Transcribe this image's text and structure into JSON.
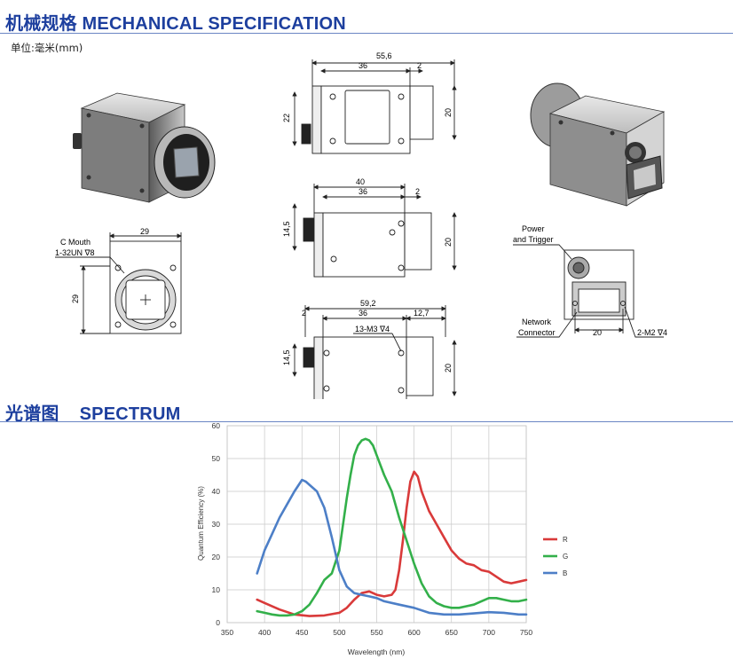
{
  "mechanical": {
    "title": "机械规格 MECHANICAL SPECIFICATION",
    "unit_label": "单位:毫米(mm)",
    "front_view": {
      "width": "29",
      "height": "29",
      "mount_label_1": "C Mouth",
      "mount_label_2": "1-32UN ∇8"
    },
    "top_view": {
      "total": "55,6",
      "body": "36",
      "offset": "2",
      "height_left": "22",
      "height_right": "20"
    },
    "side_view": {
      "total": "40",
      "body": "36",
      "offset": "2",
      "height_left": "14,5",
      "height_right": "20"
    },
    "bottom_view": {
      "total": "59,2",
      "offset_left": "2",
      "body": "36",
      "right": "12,7",
      "thread": "13-M3 ∇4",
      "height_left": "14,5",
      "height_right": "20"
    },
    "rear_view": {
      "power_1": "Power",
      "power_2": "and Trigger",
      "network_1": "Network",
      "network_2": "Connector",
      "width": "20",
      "screw": "2-M2 ∇4"
    }
  },
  "spectrum": {
    "title": "光谱图    SPECTRUM"
  },
  "chart_data": {
    "type": "line",
    "xlabel": "Wavelength (nm)",
    "ylabel": "Quantum Efficiency (%)",
    "xlim": [
      350,
      750
    ],
    "ylim": [
      0,
      60
    ],
    "xticks": [
      350,
      400,
      450,
      500,
      550,
      600,
      650,
      700,
      750
    ],
    "yticks": [
      0,
      10,
      20,
      30,
      40,
      50,
      60
    ],
    "grid": true,
    "legend_position": "right",
    "series": [
      {
        "name": "R",
        "color": "#d93a3a",
        "x": [
          390,
          400,
          420,
          440,
          460,
          480,
          500,
          510,
          520,
          530,
          540,
          550,
          560,
          570,
          575,
          580,
          585,
          590,
          595,
          600,
          605,
          610,
          620,
          630,
          640,
          650,
          660,
          670,
          680,
          690,
          700,
          710,
          720,
          730,
          740,
          750
        ],
        "y": [
          7,
          6,
          4,
          2.5,
          2,
          2.2,
          3,
          4.5,
          7,
          9,
          9.5,
          8.5,
          8,
          8.5,
          10,
          16,
          25,
          35,
          43,
          46,
          44.5,
          40,
          34,
          30,
          26,
          22,
          19.5,
          18,
          17.5,
          16,
          15.5,
          14,
          12.5,
          12,
          12.5,
          13
        ]
      },
      {
        "name": "G",
        "color": "#33b04a",
        "x": [
          390,
          400,
          410,
          420,
          430,
          440,
          450,
          460,
          470,
          480,
          490,
          500,
          505,
          510,
          515,
          520,
          525,
          530,
          535,
          540,
          545,
          550,
          555,
          560,
          570,
          580,
          590,
          600,
          610,
          620,
          630,
          640,
          650,
          660,
          670,
          680,
          690,
          700,
          710,
          720,
          730,
          740,
          750
        ],
        "y": [
          3.5,
          3,
          2.5,
          2.2,
          2.2,
          2.5,
          3.5,
          5.5,
          9,
          13,
          15,
          22,
          30,
          38,
          45,
          51,
          54,
          55.5,
          56,
          55.5,
          54,
          51,
          48,
          45,
          40,
          32,
          25,
          18,
          12,
          8,
          6,
          5,
          4.5,
          4.5,
          5,
          5.5,
          6.5,
          7.5,
          7.5,
          7,
          6.5,
          6.5,
          7
        ]
      },
      {
        "name": "B",
        "color": "#4d7fc7",
        "x": [
          390,
          400,
          410,
          420,
          430,
          440,
          450,
          455,
          460,
          470,
          480,
          490,
          500,
          510,
          520,
          530,
          540,
          550,
          560,
          580,
          600,
          620,
          640,
          660,
          680,
          700,
          720,
          740,
          750
        ],
        "y": [
          15,
          22,
          27,
          32,
          36,
          40,
          43.5,
          43,
          42,
          40,
          35,
          26,
          16,
          11,
          9,
          8.5,
          8,
          7.5,
          6.5,
          5.5,
          4.5,
          3,
          2.5,
          2.5,
          2.8,
          3.2,
          3,
          2.5,
          2.5
        ]
      }
    ]
  }
}
